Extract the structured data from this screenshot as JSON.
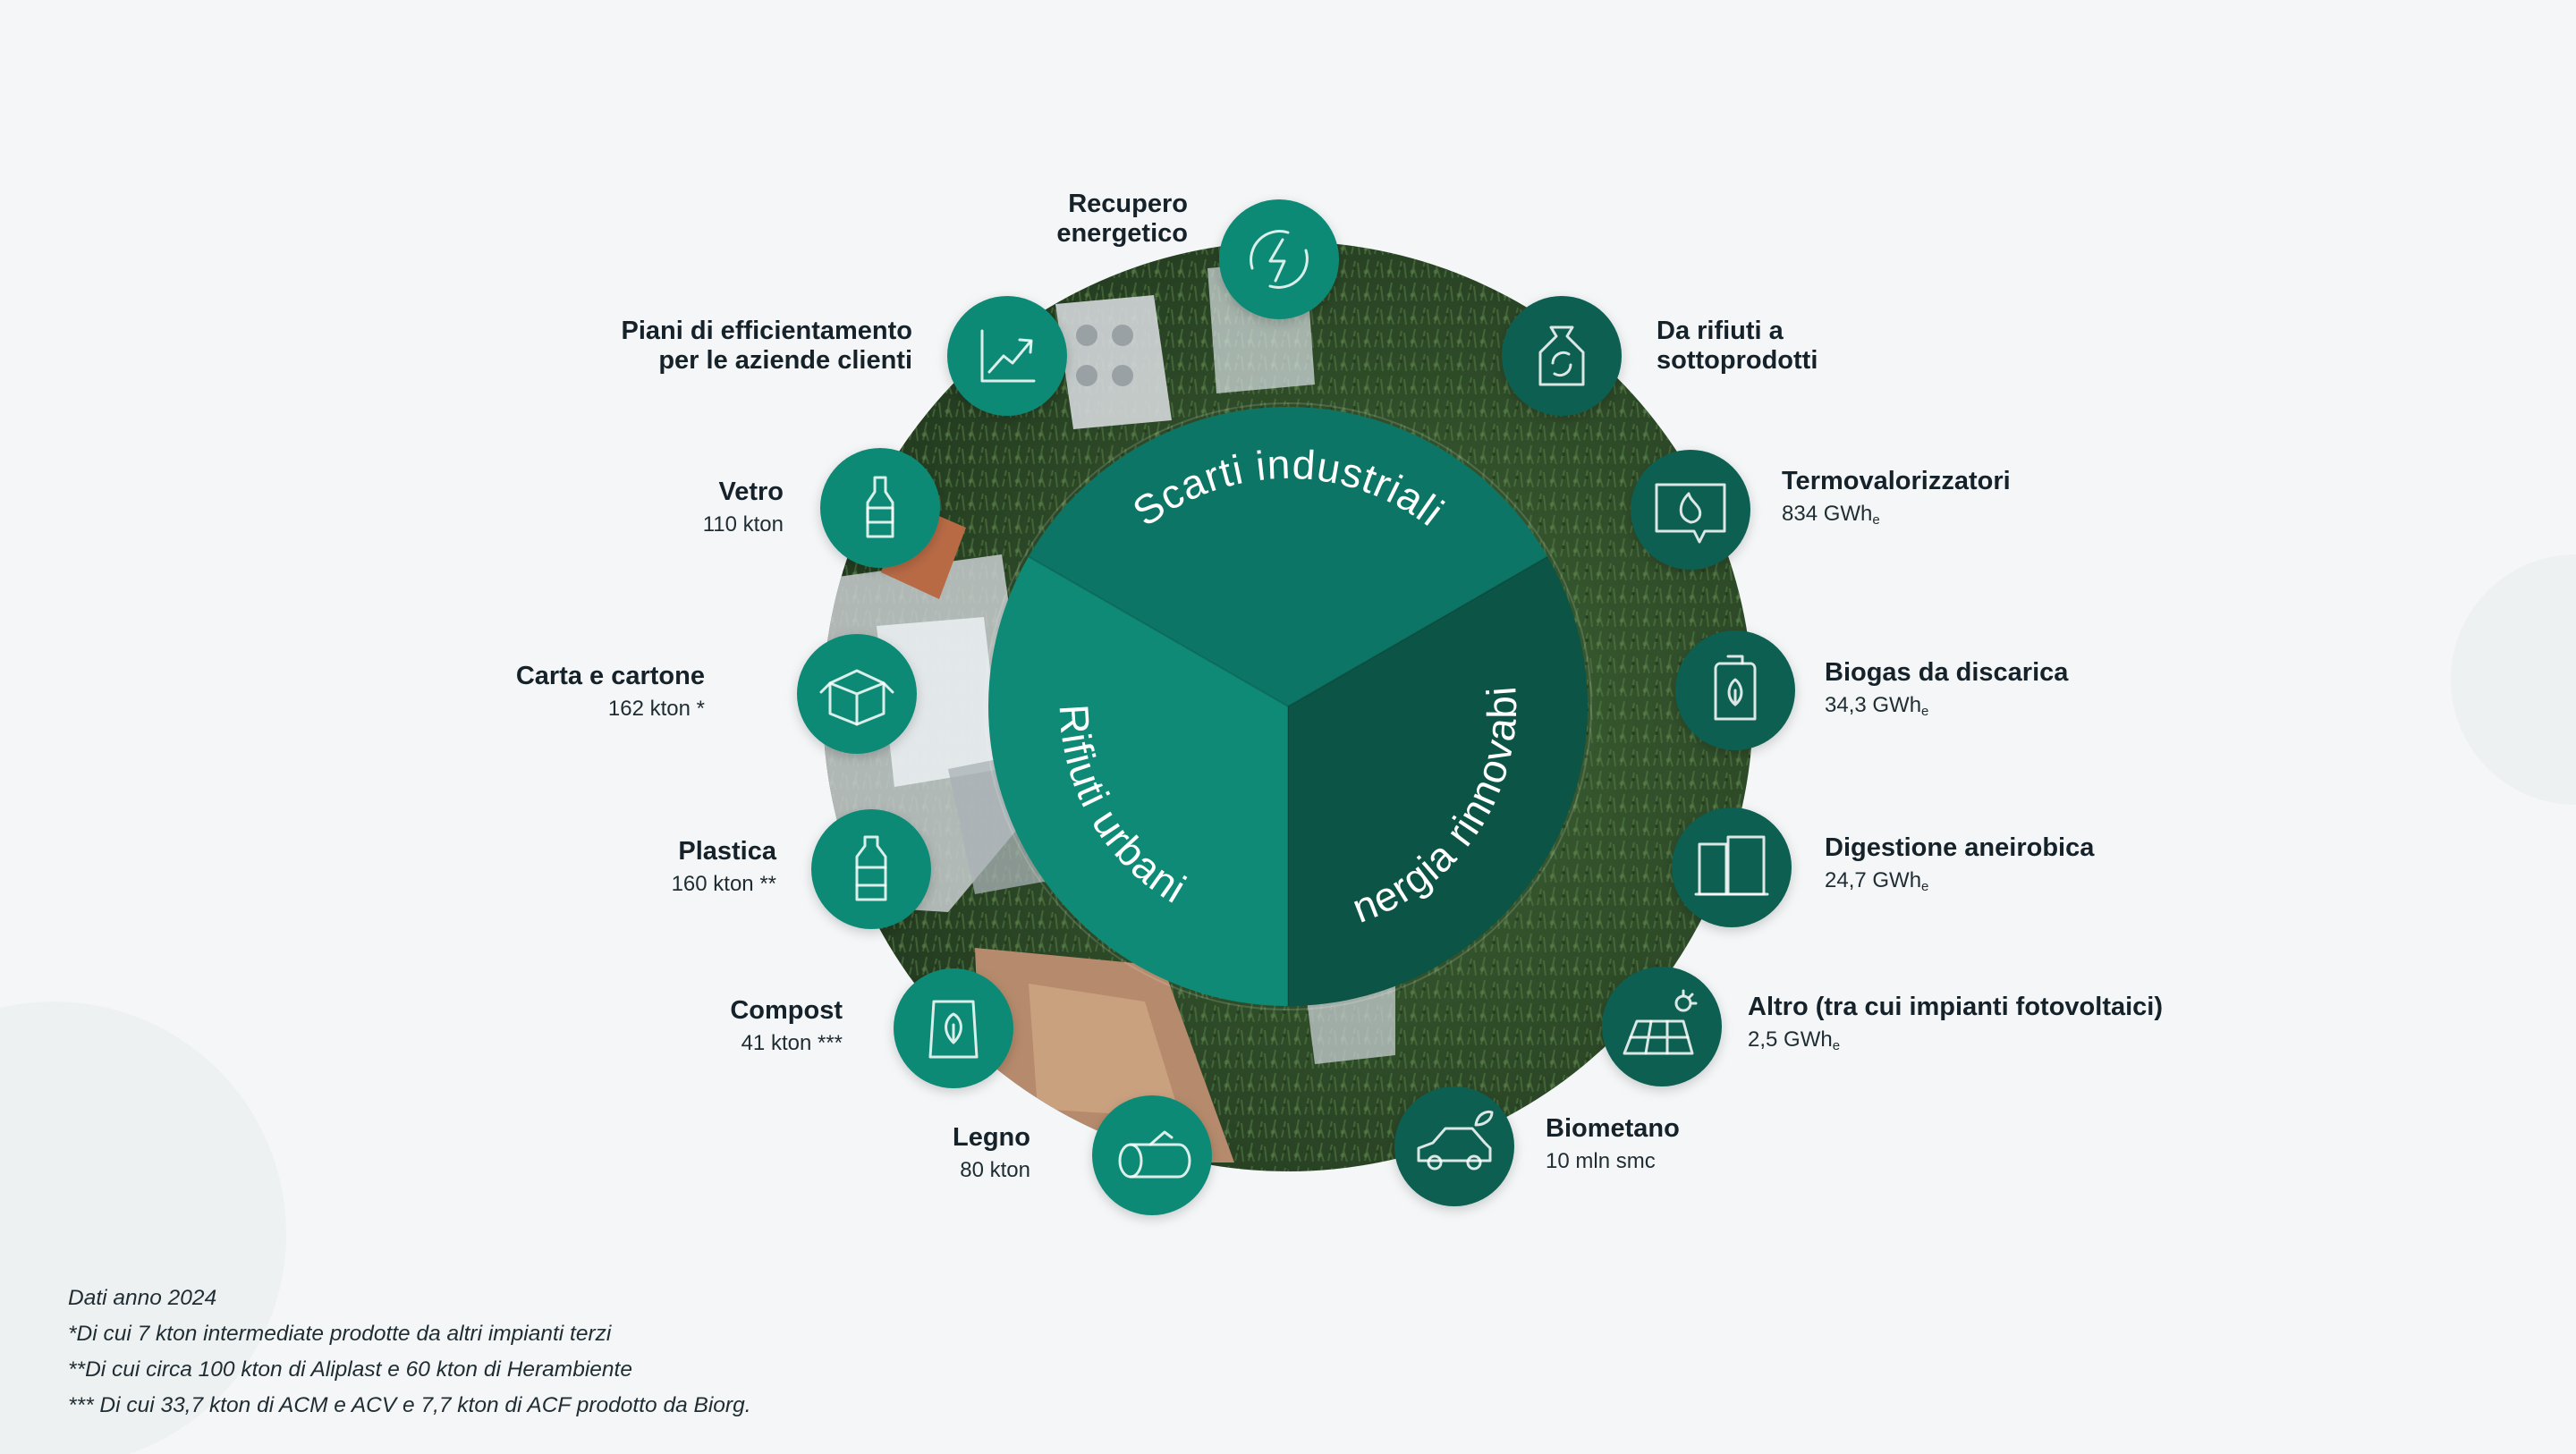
{
  "colors": {
    "accent": "#0f8a76",
    "segment_top": "#0d7565",
    "segment_left": "#0f8a76",
    "segment_right": "#0b5446",
    "node_left": "#0f8a76",
    "node_right": "#0b5e51",
    "grass": "#2e4a2a"
  },
  "center": {
    "segments": [
      {
        "id": "top",
        "label": "Scarti industriali"
      },
      {
        "id": "left",
        "label": "Rifiuti urbani"
      },
      {
        "id": "right",
        "label": "Energia rinnovabile"
      }
    ]
  },
  "nodes": [
    {
      "id": "recupero",
      "title": "Recupero\nenergetico",
      "value": "",
      "icon": "energy-cycle-icon",
      "side": "top"
    },
    {
      "id": "piani",
      "title": "Piani di efficientamento\nper le aziende clienti",
      "value": "",
      "icon": "growth-chart-icon",
      "side": "left"
    },
    {
      "id": "vetro",
      "title": "Vetro",
      "value": "110 kton",
      "icon": "glass-bottle-icon",
      "side": "left"
    },
    {
      "id": "carta",
      "title": "Carta e cartone",
      "value": "162 kton *",
      "icon": "cardboard-box-icon",
      "side": "left"
    },
    {
      "id": "plastica",
      "title": "Plastica",
      "value": "160 kton **",
      "icon": "plastic-bottle-icon",
      "side": "left"
    },
    {
      "id": "compost",
      "title": "Compost",
      "value": "41 kton ***",
      "icon": "compost-bag-icon",
      "side": "left"
    },
    {
      "id": "legno",
      "title": "Legno",
      "value": "80 kton",
      "icon": "wood-log-icon",
      "side": "left"
    },
    {
      "id": "rifiuti",
      "title": "Da rifiuti a\nsottoprodotti",
      "value": "",
      "icon": "recycle-bag-icon",
      "side": "right"
    },
    {
      "id": "termo",
      "title": "Termovalorizzatori",
      "value": "834 GWh",
      "sub": "e",
      "icon": "flame-screen-icon",
      "side": "right"
    },
    {
      "id": "biogas",
      "title": "Biogas da discarica",
      "value": "34,3 GWh",
      "sub": "e",
      "icon": "gas-cylinder-icon",
      "side": "right"
    },
    {
      "id": "digestione",
      "title": "Digestione aneirobica",
      "value": "24,7 GWh",
      "sub": "e",
      "icon": "digester-tank-icon",
      "side": "right"
    },
    {
      "id": "altro",
      "title": "Altro (tra cui impianti fotovoltaici)",
      "value": "2,5 GWh",
      "sub": "e",
      "icon": "solar-panel-icon",
      "side": "right"
    },
    {
      "id": "biometano",
      "title": "Biometano",
      "value": "10 mln smc",
      "icon": "eco-car-icon",
      "side": "right"
    }
  ],
  "footnotes": [
    "Dati anno 2024",
    "*Di cui 7 kton intermediate prodotte da altri impianti terzi",
    "**Di cui circa 100 kton di Aliplast e 60 kton di Herambiente",
    "*** Di cui 33,7 kton di ACM e ACV e 7,7 kton di ACF prodotto da Biorg."
  ]
}
